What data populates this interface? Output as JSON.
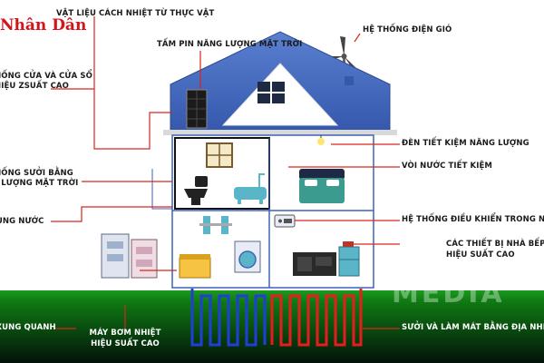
{
  "logo": {
    "text": "Nhân Dân",
    "color": "#d2151b"
  },
  "watermark": {
    "text": "MEDIA"
  },
  "colors": {
    "label_line": "#d6261f",
    "roof": "#3e63b8",
    "ground": "#0f7a13",
    "wall": "#ffffff",
    "pipe_cold": "#1f3fd6",
    "pipe_hot": "#e41d1d"
  },
  "labels": {
    "insulation": "VẬT LIỆU CÁCH NHIỆT TỪ THỰC VẬT",
    "solar_panel": "TẤM PIN NĂNG LƯỢNG MẶT TRỜI",
    "wind": "HỆ THỐNG ĐIỆN GIÓ",
    "windows_line1": "HỆ THỐNG CỬA VÀ CỬA SỔ",
    "windows_line2": "HIỆU ZSUẤT CAO",
    "led": "ĐÈN TIẾT KIỆM NĂNG LƯỢNG",
    "faucet": "VÒI NƯỚC TIẾT KIỆM",
    "solar_heater_line1": "HỆ THỐNG SƯỞI BẰNG",
    "solar_heater_line2": "NĂNG LƯỢNG MẶT TRỜI",
    "water_reuse": "TÁI SỬ DỤNG NƯỚC",
    "home_control": "HỆ THỐNG ĐIỀU KHIỂN TRONG NHÀ",
    "kitchen_line1": "CÁC THIẾT BỊ NHÀ BẾP",
    "kitchen_line2": "HIỆU SUẤT CAO",
    "surroundings": "CẢNH QUAN XUNG QUANH",
    "heat_pump_line1": "MÁY BƠM NHIỆT",
    "heat_pump_line2": "HIỆU SUẤT CAO",
    "geothermal": "SƯỞI VÀ LÀM MÁT BẰNG ĐỊA NHIỆT"
  }
}
